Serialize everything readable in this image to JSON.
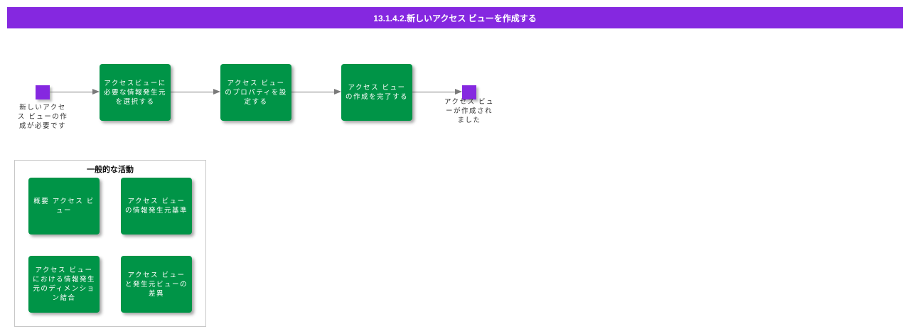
{
  "header": {
    "title": "13.1.4.2.新しいアクセス ビューを作成する",
    "color": "#8528e0"
  },
  "flow": {
    "start": {
      "label": "新しいアクセス ビューの作成が必要です"
    },
    "steps": [
      {
        "label": "アクセスビューに必要な情報発生元を選択する"
      },
      {
        "label": "アクセス ビューのプロパティを設定する"
      },
      {
        "label": "アクセス ビューの作成を完了する"
      }
    ],
    "end": {
      "label": "アクセス ビューが作成されました"
    },
    "box_color": "#009447"
  },
  "common": {
    "title": "一般的な活動",
    "items": [
      {
        "label": "概要 アクセス ビュー"
      },
      {
        "label": "アクセス ビューの情報発生元基準"
      },
      {
        "label": "アクセス ビューにおける情報発生元のディメンション結合"
      },
      {
        "label": "アクセス ビューと発生元ビューの差異"
      }
    ]
  }
}
